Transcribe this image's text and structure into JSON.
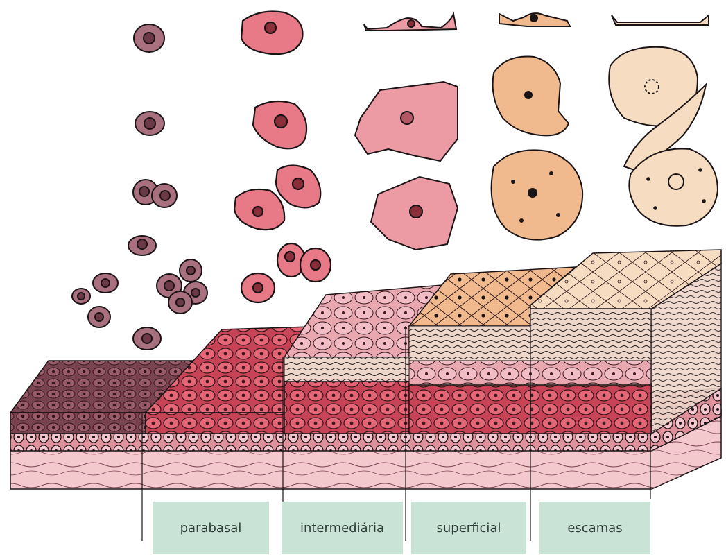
{
  "stages": [
    {
      "id": "parabasal",
      "label": "parabasal",
      "color": "#c9e3d6"
    },
    {
      "id": "intermediaria",
      "label": "intermediária",
      "color": "#c9e3d6"
    },
    {
      "id": "superficial",
      "label": "superficial",
      "color": "#c9e3d6"
    },
    {
      "id": "escamas",
      "label": "escamas",
      "color": "#c9e3d6"
    }
  ],
  "palette": {
    "parabasal_cell": "#a9707f",
    "parabasal_nucleus": "#6b3947",
    "intermediate_cell": "#e77a86",
    "intermediate_light": "#ec9aa4",
    "superficial_cell": "#f1b98e",
    "squame_cell": "#f6dcc1",
    "tissue_dark": "#7a4350",
    "tissue_red": "#d8505f",
    "tissue_pink": "#e9a7b0",
    "stroma": "#f3c9ce",
    "outline": "#1b1416"
  }
}
